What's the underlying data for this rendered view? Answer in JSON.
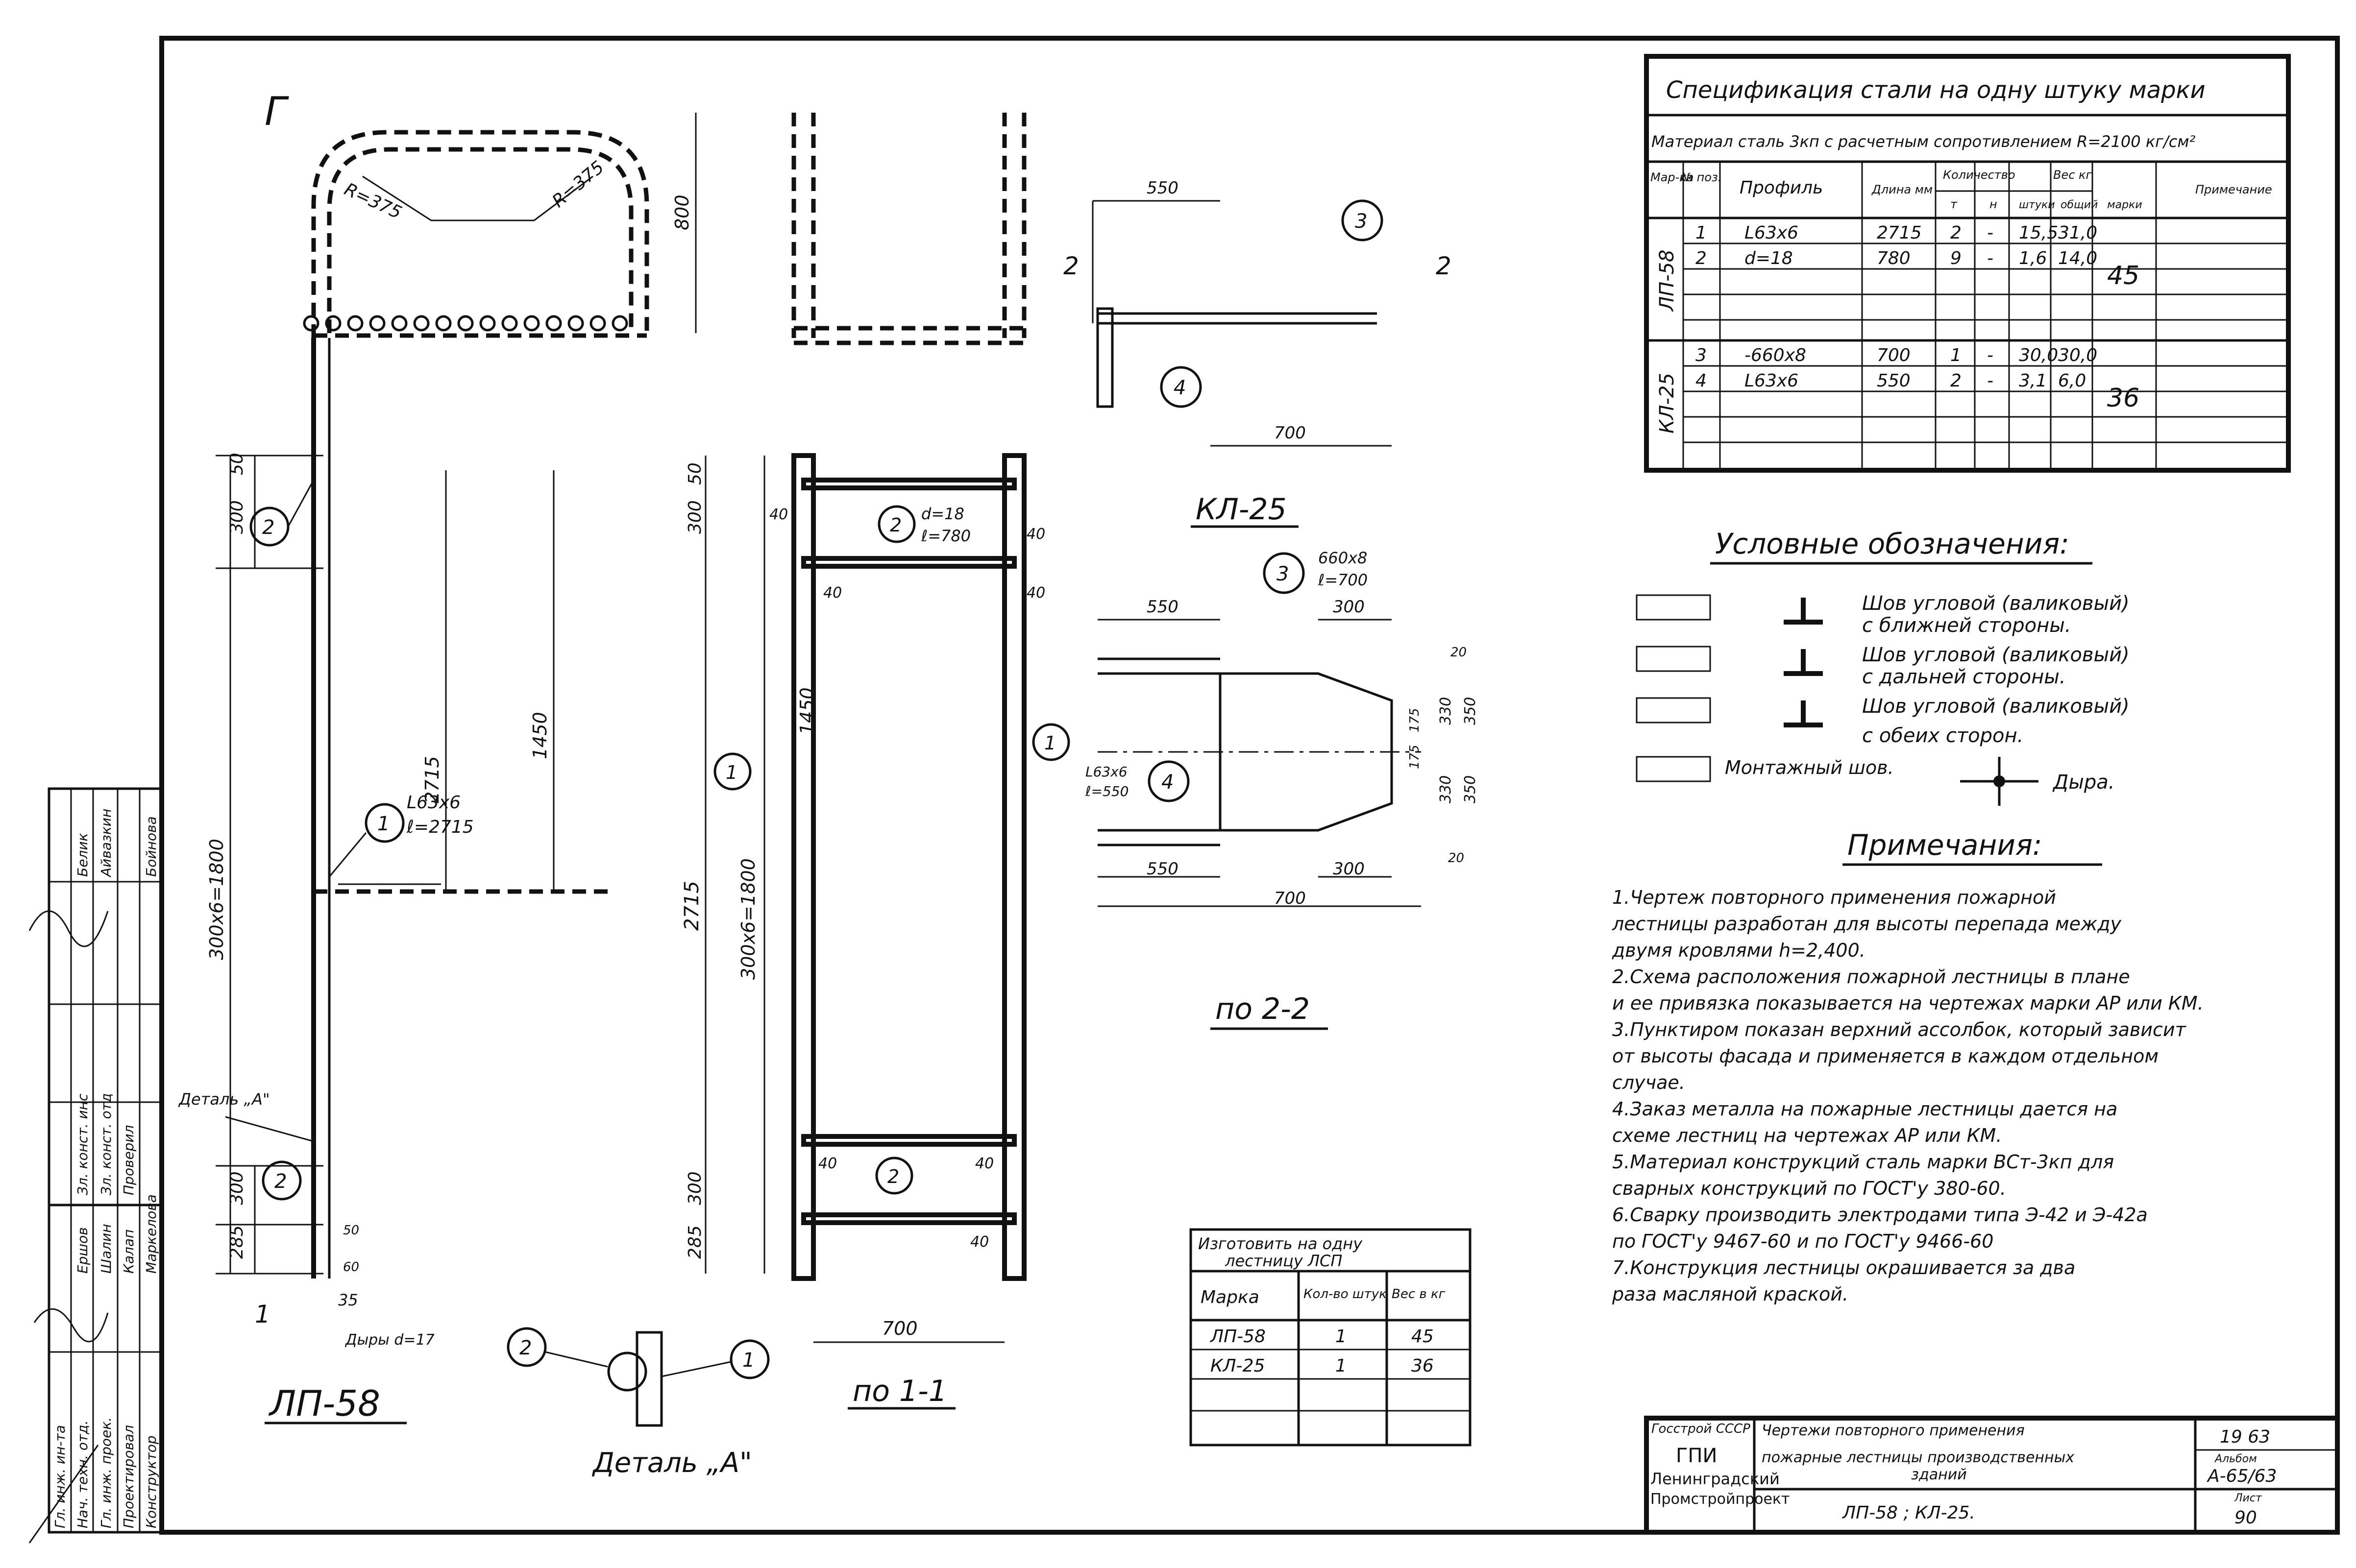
{
  "drawing": {
    "section_mark": "Г",
    "main_view_title": "ЛП-58",
    "section_1_title": "по 1-1",
    "section_2_title": "по 2-2",
    "kl_title": "КЛ-25",
    "detail_title": "Деталь „А\"",
    "detail_label": "Деталь „А\"",
    "section_marker_1": "1",
    "section_marker_2": "2",
    "holes_note": "Дыры d=17",
    "radius_1": "R=375",
    "radius_2": "R=375",
    "pos1_profile": "L63x6",
    "pos1_length": "ℓ=2715",
    "pos2_profile": "d=18",
    "pos2_length": "ℓ=780",
    "pos3_profile": "660x8",
    "pos3_length": "ℓ=700",
    "pos4_profile": "L63x6",
    "pos4_length": "ℓ=550",
    "dims": {
      "d800": "800",
      "d50": "50",
      "d300": "300",
      "d2715": "2715",
      "d1450": "1450",
      "d300x6": "300x6=1800",
      "d285": "285",
      "d35": "35",
      "d40": "40",
      "d700": "700",
      "d550": "550",
      "d20": "20",
      "d330": "330",
      "d350": "350",
      "d175": "175",
      "d1450b": "1450",
      "d300c": "300",
      "d50b": "50",
      "d60": "60"
    },
    "callouts": [
      "1",
      "2",
      "3",
      "4"
    ]
  },
  "spec": {
    "title": "Спецификация стали на одну штуку марки",
    "material": "Материал сталь 3кп с расчетным сопротивлением R=2100 кг/см²",
    "headers": {
      "mark": "Мар-ка",
      "pos": "№ поз.",
      "profile": "Профиль",
      "length": "Длина мм",
      "qty": "Количество",
      "qty_t": "т",
      "qty_n": "н",
      "weight": "Вес кг",
      "w_piece": "штуки",
      "w_total": "общий",
      "w_mark": "марки",
      "note": "Примечание"
    },
    "groups": [
      {
        "mark": "ЛП-58",
        "mark_weight": "45",
        "rows": [
          {
            "pos": "1",
            "profile": "L63x6",
            "length": "2715",
            "t": "2",
            "n": "-",
            "piece": "15,5",
            "total": "31,0"
          },
          {
            "pos": "2",
            "profile": "d=18",
            "length": "780",
            "t": "9",
            "n": "-",
            "piece": "1,6",
            "total": "14,0"
          }
        ]
      },
      {
        "mark": "КЛ-25",
        "mark_weight": "36",
        "rows": [
          {
            "pos": "3",
            "profile": "-660x8",
            "length": "700",
            "t": "1",
            "n": "-",
            "piece": "30,0",
            "total": "30,0"
          },
          {
            "pos": "4",
            "profile": "L63x6",
            "length": "550",
            "t": "2",
            "n": "-",
            "piece": "3,1",
            "total": "6,0"
          }
        ]
      }
    ]
  },
  "legend": {
    "title": "Условные обозначения:",
    "items": [
      {
        "line1": "Шов угловой (валиковый)",
        "line2": "с ближней стороны."
      },
      {
        "line1": "Шов угловой (валиковый)",
        "line2": "с дальней стороны."
      },
      {
        "line1": "Шов угловой (валиковый)",
        "line2": "с обеих сторон."
      }
    ],
    "mount_weld": "Монтажный шов.",
    "hole": "Дыра."
  },
  "notes": {
    "title": "Примечания:",
    "lines": [
      "1.Чертеж повторного применения пожарной",
      "лестницы разработан для высоты перепада между",
      "двумя кровлями h=2,400.",
      "2.Схема расположения пожарной лестницы в плане",
      "и ее привязка показывается на чертежах марки АР или КМ.",
      "3.Пунктиром показан верхний ассолбок, который зависит",
      "от высоты фасада и применяется в каждом отдельном",
      "случае.",
      "4.Заказ металла на пожарные лестницы дается на",
      "схеме лестниц на чертежах АР или КМ.",
      "5.Материал конструкций сталь марки ВСт-3кп для",
      "сварных конструкций по ГОСТ'у 380-60.",
      "6.Сварку производить электродами типа Э-42 и Э-42а",
      "по ГОСТ'у 9467-60 и по ГОСТ'у 9466-60",
      "7.Конструкция лестницы окрашивается за два",
      "раза масляной краской."
    ]
  },
  "order": {
    "title1": "Изготовить на одну",
    "title2": "лестницу ЛСП",
    "h_mark": "Марка",
    "h_qty": "Кол-во штук",
    "h_weight": "Вес в кг",
    "rows": [
      {
        "mark": "ЛП-58",
        "qty": "1",
        "weight": "45"
      },
      {
        "mark": "КЛ-25",
        "qty": "1",
        "weight": "36"
      }
    ]
  },
  "titleblock": {
    "org1": "Госстрой СССР",
    "org2": "ГПИ",
    "org3": "Ленинградский",
    "org4": "Промстройпроект",
    "desc1": "Чертежи повторного применения",
    "desc2": "пожарные лестницы производственных",
    "desc3": "зданий",
    "sheet_name": "ЛП-58 ; КЛ-25.",
    "year": "19 63",
    "album_label": "Альбом",
    "album": "А-65/63",
    "sheet_label": "Лист",
    "sheet": "90"
  },
  "signatures": {
    "roles": [
      "Гл. инж. ин-та",
      "Нач. техн. отд.",
      "Гл. инж. проек.",
      "Проектировал",
      "Конструктор"
    ],
    "roles2": [
      "Зл. конст. инс",
      "Зл. конст. отд",
      "Проверил"
    ],
    "names": [
      "Белик",
      "Айвазкин",
      "",
      "Бойнова"
    ],
    "names2": [
      "Ершов",
      "Шалин",
      "Калап",
      "Маркелова"
    ]
  }
}
